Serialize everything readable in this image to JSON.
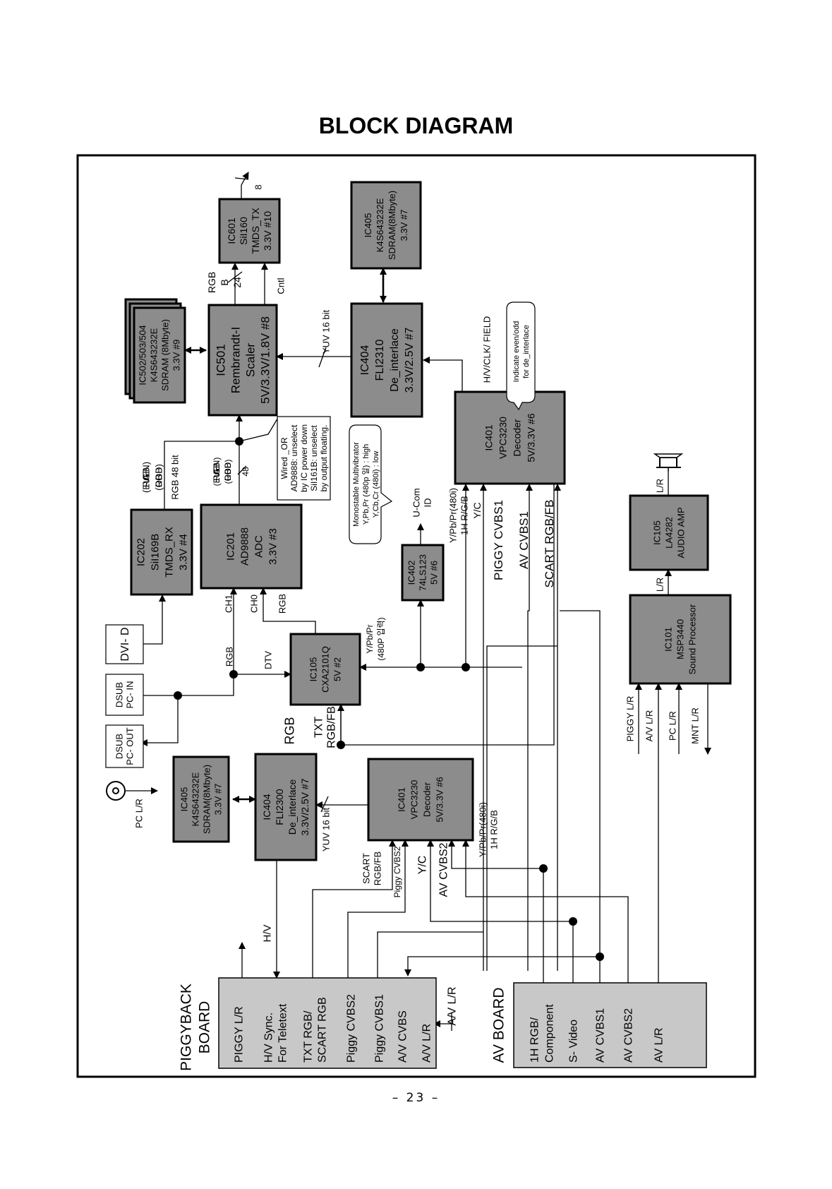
{
  "title": "BLOCK DIAGRAM",
  "page_number": "– 23 –",
  "blocks": {
    "ic601": [
      "IC601",
      "SiI160",
      "TMDS_TX",
      "3.3V  #10"
    ],
    "ic405_top": [
      "IC405",
      "K4S643232E",
      "SDRAM(8Mbyte)",
      "3.3V  #7"
    ],
    "ic502": [
      "IC502/503/504",
      "K4S643232E",
      "SDRAM (8Mbyte)",
      "3.3V   #9"
    ],
    "ic501": [
      "IC501",
      "Rembrandt-I",
      "Scaler",
      "5V/3.3V/1.8V   #8"
    ],
    "ic404_top": [
      "IC404",
      "FLI2310",
      "De_interlace",
      "3.3V/2.5V  #7"
    ],
    "ic401_top": [
      "IC401",
      "VPC3230",
      "Decoder",
      "5V/3.3V   #6"
    ],
    "ic202": [
      "IC202",
      "SiI169B",
      "TMDS_RX",
      "3.3V   #4"
    ],
    "ic201": [
      "IC201",
      "AD9888",
      "ADC",
      "3.3V  #3"
    ],
    "ic402": [
      "IC402",
      "74LS123",
      "5V  #6"
    ],
    "ic105_audio": [
      "IC105",
      "LA4282",
      "AUDIO AMP"
    ],
    "ic101": [
      "IC101",
      "MSP3440",
      "Sound Processor"
    ],
    "ic105_cxa": [
      "IC105",
      "CXA2101Q",
      "5V   #2"
    ],
    "ic405_bot": [
      "IC405",
      "K4S643232E",
      "SDRAM(8Mbyte)",
      "3.3V  #7"
    ],
    "ic404_bot": [
      "IC404",
      "FLI2300",
      "De_interlace",
      "3.3V/2.5V  #7"
    ],
    "ic401_bot": [
      "IC401",
      "VPC3230",
      "Decoder",
      "5V/3.3V   #6"
    ]
  },
  "connectors": {
    "dvi": "DVI- D",
    "dsub_in": [
      "DSUB",
      "PC- IN"
    ],
    "dsub_out": [
      "DSUB",
      "PC- OUT"
    ],
    "pc_lr": "PC L/R"
  },
  "boards": {
    "piggyback_title": [
      "PIGGYBACK",
      "BOARD"
    ],
    "piggyback_items": [
      "PIGGY L/R",
      "H/V Sync.",
      "For Teletext",
      "TXT RGB/",
      "SCART RGB",
      "Piggy CVBS2",
      "Piggy CVBS1",
      "A/V CVBS",
      "A/V L/R"
    ],
    "av_title": "AV BOARD",
    "av_items": [
      "1H RGB/",
      "Component",
      "S- Video",
      "AV CVBS1",
      "AV CVBS2",
      "AV L/R"
    ]
  },
  "notes": {
    "wired_or": [
      "Wired _OR",
      "AD9888: unselect",
      "by IC power down",
      "SiI161B: unselect",
      "by output floating."
    ],
    "monostable": [
      "Monostable Multivibrator",
      "Y,Pb,Pr  (480p 일) : high",
      "Y,Cb,Cr  (480i)    : low"
    ],
    "indicate": [
      "Indicate even/odd",
      "for de_interlace"
    ]
  },
  "labels": {
    "rgbb_24": [
      "RGB",
      "B",
      "24"
    ],
    "cntl": "Cntl",
    "yuv16_top": "YUV 16 bit",
    "hv_field": "H/V/CLK/ FIELD",
    "rgba_even_1": [
      "RGB",
      "A",
      "(EVEN)"
    ],
    "rgbb_odd_1": [
      "RGB",
      "B",
      "(ODD)"
    ],
    "rgb48": "RGB 48 bit",
    "rgba_even_2": [
      "RGB",
      "A",
      "(EVEN)"
    ],
    "rgbb_odd_2": [
      "RGB",
      "B",
      "(ODD)"
    ],
    "n48": "48",
    "ucom": [
      "U-Com",
      "ID"
    ],
    "ypbpr_480i_top": [
      "Y/Pb/Pr(480i)",
      "1H R/G/B"
    ],
    "yc_top": "Y/C",
    "piggy_cvbs1": "PIGGY CVBS1",
    "av_cvbs1": "AV CVBS1",
    "scart_rgbfb": "SCART RGB/FB",
    "lr_top": "L/R",
    "lr_mid": "L/R",
    "ch1": "CH1",
    "ch0": "CH0",
    "rgb_201": "RGB",
    "rgb_left": "RGB",
    "dtv": "DTV",
    "ypbpr_480p": [
      "Y/Pb/Pr",
      "(480P 입력)"
    ],
    "rgb_big": "RGB",
    "txt_rgbfb": [
      "TXT",
      "RGB/FB"
    ],
    "yuv16_bot": "YUV 16 bit",
    "hv": "H/V",
    "scart_rgbfb_small": [
      "SCART",
      "RGB/FB"
    ],
    "piggy_cvbs2": "Piggy CVBS2",
    "yc_bot": "Y/C",
    "av_cvbs2": "AV CVBS2",
    "ypbpr_480i_bot": [
      "Y/Pb/Pr(480i)",
      "1H R/G/B"
    ],
    "audio_inputs": [
      "PIGGY L/R",
      "A/V L/R",
      "PC L/R",
      "MNT L/R"
    ],
    "av_lr": "A/V L/R",
    "n8": "8"
  }
}
